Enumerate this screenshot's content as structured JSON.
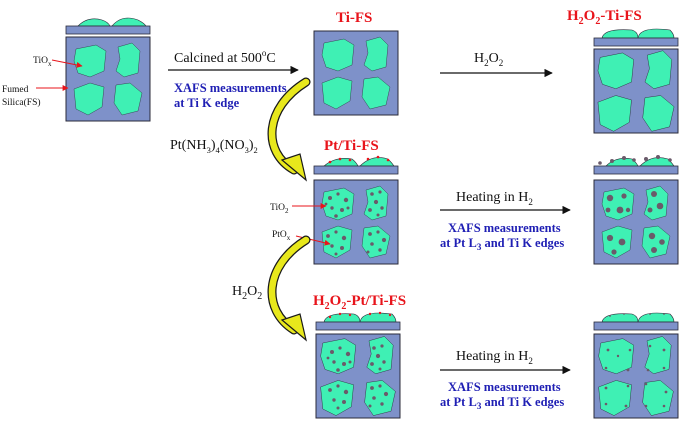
{
  "titles": {
    "ti_fs": "Ti-FS",
    "h2o2_ti_fs_pre": "H",
    "h2o2_ti_fs_sub1": "2",
    "h2o2_ti_fs_mid": "O",
    "h2o2_ti_fs_sub2": "2",
    "h2o2_ti_fs_post": "-Ti-FS",
    "pt_ti_fs": "Pt/Ti-FS",
    "h2o2_pt_ti_fs_pre": "H",
    "h2o2_pt_ti_fs_sub1": "2",
    "h2o2_pt_ti_fs_mid": "O",
    "h2o2_pt_ti_fs_sub2": "2",
    "h2o2_pt_ti_fs_post": "-Pt/Ti-FS"
  },
  "labels": {
    "tiox_pre": "TiO",
    "tiox_sub": "x",
    "fumed_line1": "Fumed",
    "fumed_line2": "Silica(FS)",
    "tio2_pre": "TiO",
    "tio2_sub": "2",
    "ptox_pre": "PtO",
    "ptox_sub": "x"
  },
  "steps": {
    "calcined_pre": "Calcined at 500",
    "calcined_sup": "o",
    "calcined_post": "C",
    "xafs_ti_line1": "XAFS measurements",
    "xafs_ti_line2": "at Ti K edge",
    "h2o2_top_pre": "H",
    "h2o2_top_sub1": "2",
    "h2o2_top_mid": "O",
    "h2o2_top_sub2": "2",
    "pt_precursor_a": "Pt(NH",
    "pt_precursor_b": "3",
    "pt_precursor_c": ")",
    "pt_precursor_d": "4",
    "pt_precursor_e": "(NO",
    "pt_precursor_f": "3",
    "pt_precursor_g": ")",
    "pt_precursor_h": "2",
    "heat1_pre": "Heating in H",
    "heat1_sub": "2",
    "xafs_pt1_line1": "XAFS measurements",
    "xafs_pt1_line2_pre": "at Pt L",
    "xafs_pt1_line2_sub": "3",
    "xafs_pt1_line2_post": " and Ti K edges",
    "h2o2_left_pre": "H",
    "h2o2_left_sub1": "2",
    "h2o2_left_mid": "O",
    "h2o2_left_sub2": "2",
    "heat2_pre": "Heating in H",
    "heat2_sub": "2",
    "xafs_pt2_line1": "XAFS measurements",
    "xafs_pt2_line2_pre": "at Pt L",
    "xafs_pt2_line2_sub": "3",
    "xafs_pt2_line2_post": " and Ti K edges"
  },
  "colors": {
    "silica": "#7e91c9",
    "silica_border": "#2b2b3a",
    "tiox": "#3ff0b4",
    "pt_dot": "#6b5a6a",
    "title_red": "#e8141b",
    "note_blue": "#1f1fb4",
    "curve_arrow": "#e8e81c"
  }
}
